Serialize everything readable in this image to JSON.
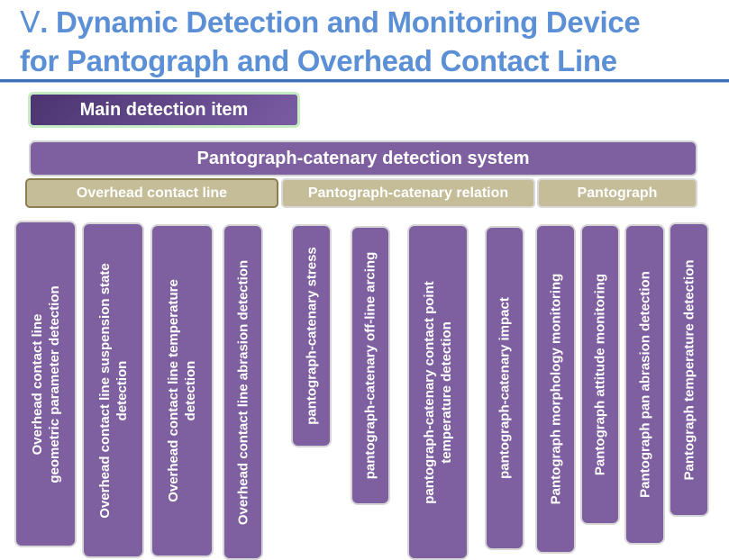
{
  "title": {
    "roman": "Ⅴ",
    "line1_rest": ". Dynamic Detection and Monitoring Device",
    "line2": "for Pantograph and Overhead Contact Line"
  },
  "main_item_label": "Main detection item",
  "system_label": "Pantograph-catenary detection system",
  "categories": [
    {
      "label": "Overhead contact line"
    },
    {
      "label": "Pantograph-catenary relation"
    },
    {
      "label": "Pantograph"
    }
  ],
  "items": [
    {
      "line1": "Overhead contact line",
      "line2": "geometric  parameter detection"
    },
    {
      "line1": "Overhead contact line  suspension state",
      "line2": "detection"
    },
    {
      "line1": "Overhead contact line  temperature",
      "line2": "detection"
    },
    {
      "line1": "Overhead contact line  abrasion detection",
      "line2": ""
    },
    {
      "line1": "pantograph-catenary stress",
      "line2": ""
    },
    {
      "line1": "pantograph-catenary off-line arcing",
      "line2": ""
    },
    {
      "line1": "pantograph-catenary contact point",
      "line2": "temperature detection"
    },
    {
      "line1": "pantograph-catenary impact",
      "line2": ""
    },
    {
      "line1": "Pantograph morphology  monitoring",
      "line2": ""
    },
    {
      "line1": "Pantograph attitude monitoring",
      "line2": ""
    },
    {
      "line1": "Pantograph pan abrasion detection",
      "line2": ""
    },
    {
      "line1": "Pantograph temperature detection",
      "line2": ""
    }
  ],
  "colors": {
    "title": "#5b8fd6",
    "box_purple": "#7e5fa0",
    "category_tan": "#c5bc98"
  }
}
